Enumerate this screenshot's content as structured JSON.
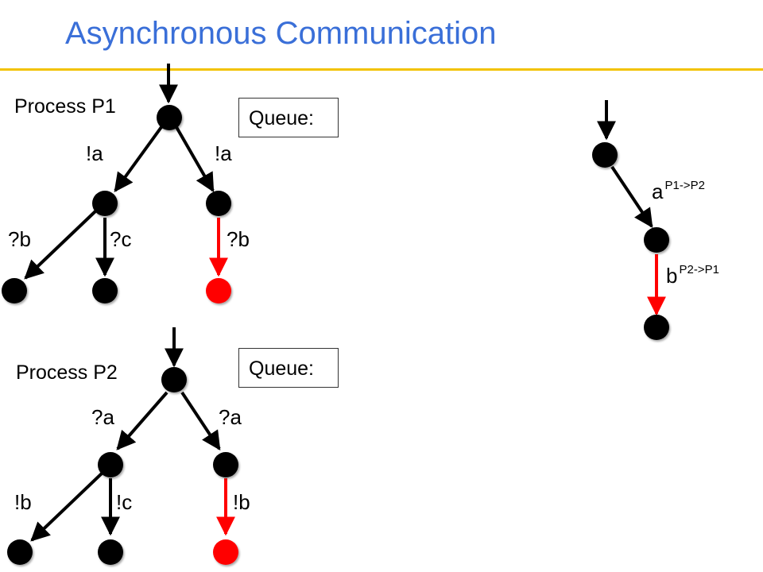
{
  "title": "Asynchronous Communication",
  "colors": {
    "title": "#3a6fd8",
    "rule": "#f2c200",
    "highlight": "#ff0000",
    "node": "#000000"
  },
  "p1": {
    "label": "Process P1",
    "queue_label": "Queue:",
    "edge_labels": {
      "left_top": "!a",
      "right_top": "!a",
      "ll": "?b",
      "lm": "?c",
      "rr": "?b"
    }
  },
  "p2": {
    "label": "Process P2",
    "queue_label": "Queue:",
    "edge_labels": {
      "left_top": "?a",
      "right_top": "?a",
      "ll": "!b",
      "lm": "!c",
      "rr": "!b"
    }
  },
  "trace": {
    "msg1": "a",
    "msg1_dir": "P1->P2",
    "msg2": "b",
    "msg2_dir": "P2->P1"
  }
}
